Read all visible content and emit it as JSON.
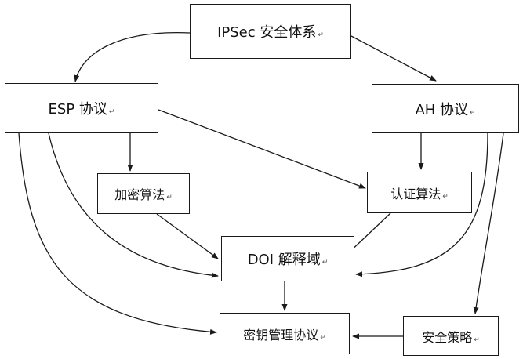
{
  "diagram": {
    "nodes": {
      "ipsec": "IPSec 安全体系",
      "esp": "ESP 协议",
      "ah": "AH 协议",
      "encryption": "加密算法",
      "authentication": "认证算法",
      "doi": "DOI 解释域",
      "key_management": "密钥管理协议",
      "security_policy": "安全策略"
    },
    "paragraph_mark": "↵",
    "stroke_color": "#1a1a1a",
    "edges": [
      {
        "from": "IPSec 安全体系",
        "to": "ESP 协议"
      },
      {
        "from": "IPSec 安全体系",
        "to": "AH 协议"
      },
      {
        "from": "ESP 协议",
        "to": "加密算法"
      },
      {
        "from": "ESP 协议",
        "to": "认证算法"
      },
      {
        "from": "ESP 协议",
        "to": "DOI 解释域"
      },
      {
        "from": "ESP 协议",
        "to": "密钥管理协议"
      },
      {
        "from": "AH 协议",
        "to": "认证算法"
      },
      {
        "from": "AH 协议",
        "to": "DOI 解释域"
      },
      {
        "from": "AH 协议",
        "to": "安全策略"
      },
      {
        "from": "加密算法",
        "to": "DOI 解释域"
      },
      {
        "from": "认证算法",
        "to": "DOI 解释域"
      },
      {
        "from": "DOI 解释域",
        "to": "密钥管理协议"
      },
      {
        "from": "安全策略",
        "to": "密钥管理协议"
      }
    ]
  }
}
